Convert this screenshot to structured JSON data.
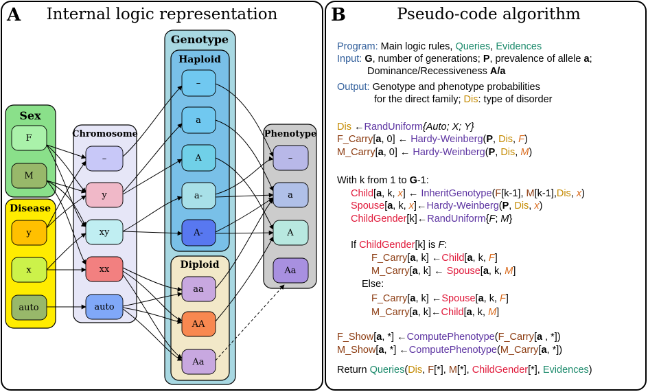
{
  "panelA": {
    "letter": "A",
    "title": "Internal logic representation",
    "sex": {
      "title": "Sex",
      "nodes": [
        "F",
        "M"
      ]
    },
    "disease": {
      "title": "Disease",
      "nodes": [
        "y",
        "x",
        "auto"
      ]
    },
    "chromosome": {
      "title": "Chromosome",
      "nodes": [
        "–",
        "y",
        "xy",
        "xx",
        "auto"
      ]
    },
    "genotype": {
      "title": "Genotype",
      "haploid": {
        "title": "Haploid",
        "nodes": [
          "–",
          "a",
          "A",
          "a-",
          "A-"
        ]
      },
      "diploid": {
        "title": "Diploid",
        "nodes": [
          "aa",
          "AA",
          "Aa"
        ]
      }
    },
    "phenotype": {
      "title": "Phenotype",
      "nodes": [
        "–",
        "a",
        "A",
        "Aa"
      ]
    }
  },
  "panelB": {
    "letter": "B",
    "title": "Pseudo-code algorithm",
    "program_label": "Program:",
    "program_text": "Main logic rules,",
    "program_queries": "Queries",
    "program_comma": ",",
    "program_evidences": "Evidences",
    "input_label": "Input:",
    "input_g": "G",
    "input_text1": ", number of generations;",
    "input_p": "P",
    "input_text2": ", prevalence of allele",
    "input_a": "a",
    "input_semi": ";",
    "input_line2": "Dominance/Recessiveness",
    "input_line2_bold": "A/a",
    "output_label": "Output:",
    "output_text": "Genotype and phenotype probabilities",
    "output_line2": "for the direct family;",
    "output_dis": "Dis",
    "output_line2_end": ": type of disorder",
    "dis": "Dis",
    "randuniform": "RandUniform",
    "auto_xy": "{Auto; X; Y}",
    "f_carry": "F_Carry",
    "m_carry": "M_Carry",
    "hw": "Hardy-Weinberg",
    "with_k": "With k from 1 to",
    "g": "G",
    "g_suffix": "-1:",
    "child": "Child",
    "spouse": "Spouse",
    "inherit": "InheritGenotype",
    "childgender": "ChildGender",
    "if_text": "If",
    "is_text": "[k] is",
    "f_italic": "F",
    "else_text": "Else:",
    "f_show": "F_Show",
    "m_show": "M_Show",
    "computephen": "ComputePhenotype",
    "return_text": "Return",
    "queries": "Queries",
    "evidences": "Evidences"
  }
}
